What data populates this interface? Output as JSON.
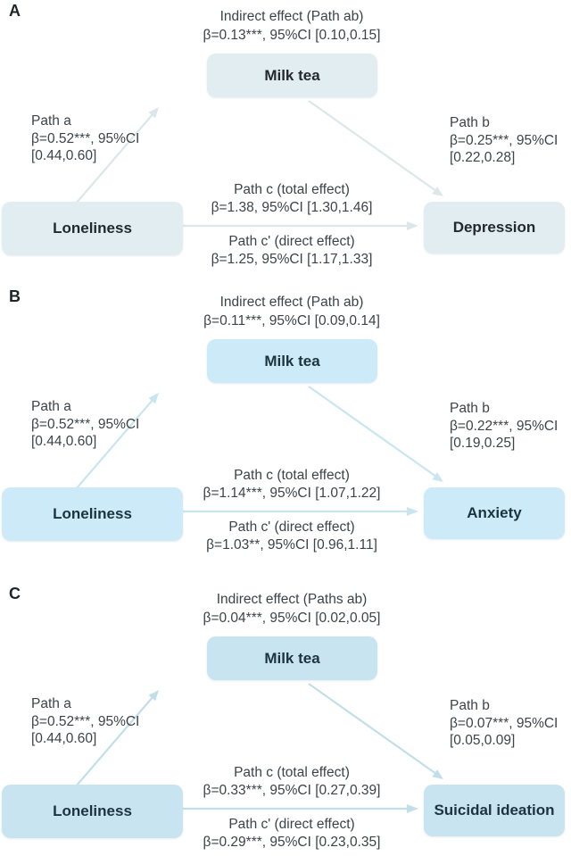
{
  "figure": {
    "background": "#ffffff",
    "panels": [
      {
        "label": "A",
        "indirect": {
          "lines": [
            "Indirect effect (Path ab)",
            "β=0.13***, 95%CI [0.10,0.15]"
          ]
        },
        "mediator": "Milk tea",
        "predictor": "Loneliness",
        "outcome": "Depression",
        "path_a": {
          "lines": [
            "Path a",
            "β=0.52***, 95%CI",
            "[0.44,0.60]"
          ]
        },
        "path_b": {
          "lines": [
            "Path b",
            "β=0.25***, 95%CI",
            "[0.22,0.28]"
          ]
        },
        "path_c": {
          "lines": [
            "Path c (total effect)",
            "β=1.38, 95%CI [1.30,1.46]"
          ]
        },
        "path_c_prime": {
          "lines": [
            "Path c' (direct effect)",
            "β=1.25, 95%CI [1.17,1.33]"
          ]
        },
        "colors": {
          "box": "#e1edf0",
          "box_text": "#232a2e",
          "arrow": "#dbe7e9"
        }
      },
      {
        "label": "B",
        "indirect": {
          "lines": [
            "Indirect effect (Path ab)",
            "β=0.11***, 95%CI [0.09,0.14]"
          ]
        },
        "mediator": "Milk tea",
        "predictor": "Loneliness",
        "outcome": "Anxiety",
        "path_a": {
          "lines": [
            "Path a",
            "β=0.52***, 95%CI",
            "[0.44,0.60]"
          ]
        },
        "path_b": {
          "lines": [
            "Path b",
            "β=0.22***, 95%CI",
            "[0.19,0.25]"
          ]
        },
        "path_c": {
          "lines": [
            "Path c (total effect)",
            "β=1.14***, 95%CI [1.07,1.22]"
          ]
        },
        "path_c_prime": {
          "lines": [
            "Path c' (direct effect)",
            "β=1.03**, 95%CI [0.96,1.11]"
          ]
        },
        "colors": {
          "box": "#cdeaf8",
          "box_text": "#1b3440",
          "arrow": "#c9e6f0"
        }
      },
      {
        "label": "C",
        "indirect": {
          "lines": [
            "Indirect effect (Paths ab)",
            "β=0.04***, 95%CI [0.02,0.05]"
          ]
        },
        "mediator": "Milk tea",
        "predictor": "Loneliness",
        "outcome": "Suicidal ideation",
        "path_a": {
          "lines": [
            "Path a",
            "β=0.52***, 95%CI",
            "[0.44,0.60]"
          ]
        },
        "path_b": {
          "lines": [
            "Path b",
            "β=0.07***, 95%CI",
            "[0.05,0.09]"
          ]
        },
        "path_c": {
          "lines": [
            "Path c (total effect)",
            "β=0.33***, 95%CI [0.27,0.39]"
          ]
        },
        "path_c_prime": {
          "lines": [
            "Path c' (direct effect)",
            "β=0.29***, 95%CI [0.23,0.35]"
          ]
        },
        "colors": {
          "box": "#c8e4f0",
          "box_text": "#1b3440",
          "arrow": "#c2dfe9"
        }
      }
    ]
  }
}
